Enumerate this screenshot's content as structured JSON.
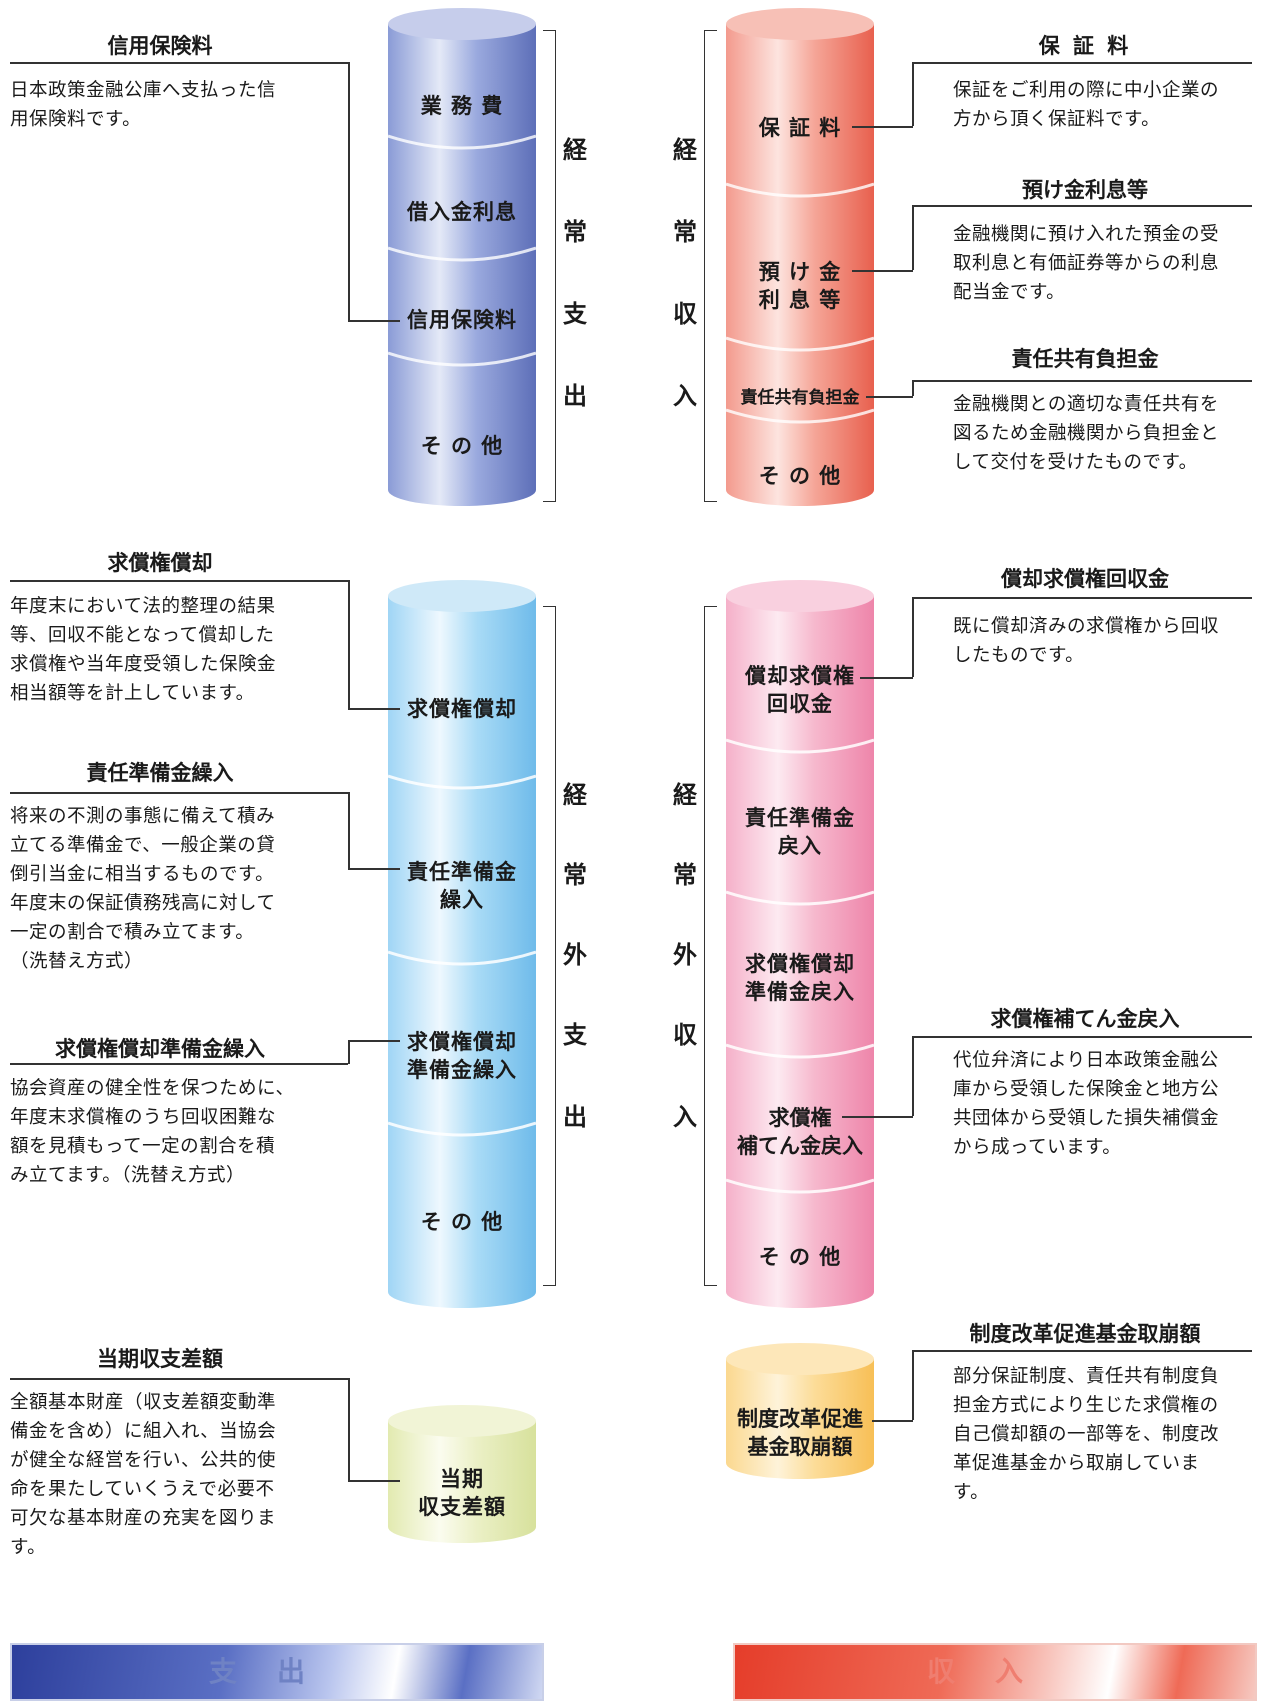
{
  "expense_section": {
    "ordinary_label": [
      "経",
      "常",
      "支",
      "出"
    ],
    "extraordinary_label": [
      "経",
      "常",
      "外",
      "支",
      "出"
    ],
    "ordinary_segments": [
      "業 務 費",
      "借入金利息",
      "信用保険料",
      "そ の 他"
    ],
    "extraordinary_segments": [
      "求償権償却",
      "責任準備金\n繰入",
      "求償権償却\n準備金繰入",
      "そ の 他"
    ],
    "balance_segment": "当期\n収支差額",
    "notes": {
      "insurance": {
        "title": "信用保険料",
        "text": "日本政策金融公庫へ支払った信\n用保険料です。"
      },
      "writeoff": {
        "title": "求償権償却",
        "text": "年度末において法的整理の結果\n等、回収不能となって償却した\n求償権や当年度受領した保険金\n相当額等を計上しています。"
      },
      "reserve": {
        "title": "責任準備金繰入",
        "text": "将来の不測の事態に備えて積み\n立てる準備金で、一般企業の貸\n倒引当金に相当するものです。\n年度末の保証債務残高に対して\n一定の割合で積み立てます。\n（洗替え方式）"
      },
      "writeoff_reserve": {
        "title": "求償権償却準備金繰入",
        "text": "協会資産の健全性を保つために、\n年度末求償権のうち回収困難な\n額を見積もって一定の割合を積\nみ立てます。（洗替え方式）"
      },
      "balance": {
        "title": "当期収支差額",
        "text": "全額基本財産（収支差額変動準\n備金を含め）に組入れ、当協会\nが健全な経営を行い、公共的使\n命を果たしていくうえで必要不\n可欠な基本財産の充実を図りま\nす。"
      }
    },
    "banner": "支出"
  },
  "income_section": {
    "ordinary_label": [
      "経",
      "常",
      "収",
      "入"
    ],
    "extraordinary_label": [
      "経",
      "常",
      "外",
      "収",
      "入"
    ],
    "ordinary_segments": [
      "保 証 料",
      "預 け 金\n利 息 等",
      "責任共有負担金",
      "そ の 他"
    ],
    "extraordinary_segments": [
      "償却求償権\n回収金",
      "責任準備金\n戻入",
      "求償権償却\n準備金戻入",
      "求償権\n補てん金戻入",
      "そ の 他"
    ],
    "reform_segment": "制度改革促進\n基金取崩額",
    "notes": {
      "fee": {
        "title": "保 証 料",
        "text": "保証をご利用の際に中小企業の\n方から頂く保証料です。"
      },
      "interest": {
        "title": "預け金利息等",
        "text": "金融機関に預け入れた預金の受\n取利息と有価証券等からの利息\n配当金です。"
      },
      "shared": {
        "title": "責任共有負担金",
        "text": "金融機関との適切な責任共有を\n図るため金融機関から負担金と\nして交付を受けたものです。"
      },
      "recovery": {
        "title": "償却求償権回収金",
        "text": "既に償却済みの求償権から回収\nしたものです。"
      },
      "compensation": {
        "title": "求償権補てん金戻入",
        "text": "代位弁済により日本政策金融公\n庫から受領した保険金と地方公\n共団体から受領した損失補償金\nから成っています。"
      },
      "reform": {
        "title": "制度改革促進基金取崩額",
        "text": "部分保証制度、責任共有制度負\n担金方式により生じた求償権の\n自己償却額の一部等を、制度改\n革促進基金から取崩していま\nす。"
      }
    },
    "banner": "収入"
  },
  "colors": {
    "blue": "#6f82c4",
    "lightblue": "#8cc8ef",
    "yellow": "#e9efc0",
    "red": "#ef7e70",
    "pink": "#f3a3c0",
    "orange": "#fbd27e"
  }
}
